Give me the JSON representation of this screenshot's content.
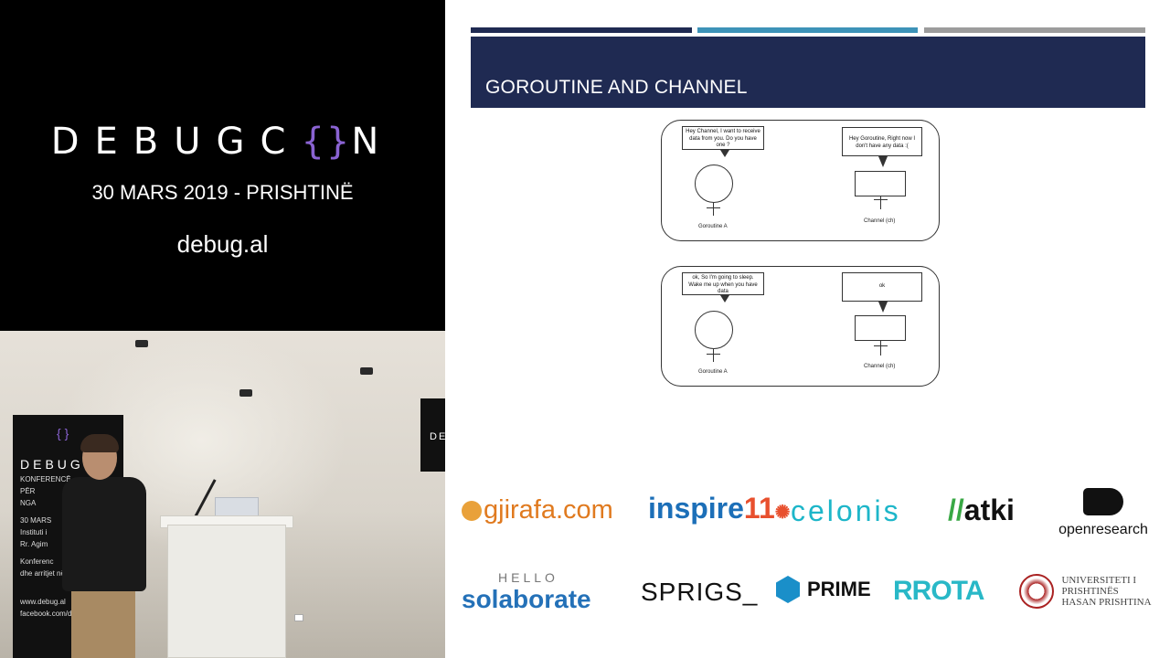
{
  "branding": {
    "logo_text": "DEBUGC",
    "logo_braces": "{}",
    "logo_end": "N",
    "date": "30 MARS 2019 - PRISHTINË",
    "url": "debug.al"
  },
  "camera": {
    "banner_left": {
      "brand": "DEBUG",
      "lines": [
        "KONFERENCË",
        "PËR",
        "NGA",
        "30 MARS",
        "Instituti i",
        "Rr. Agim",
        "Konferenc",
        "dhe arritjet në",
        "www.debug.al",
        "facebook.com/debu"
      ]
    },
    "banner_right": "DEB"
  },
  "slide": {
    "title": "GOROUTINE AND CHANNEL",
    "accent_colors": [
      "#1f2a52",
      "#3d93b8",
      "#9c9c9c"
    ],
    "diagrams": [
      {
        "left_bubble": "Hey Channel, I want to receive data from you. Do you have one ?",
        "right_bubble": "Hey Goroutine, Right now I don't have any data :(",
        "left_label": "Goroutine A",
        "right_label": "Channel (ch)"
      },
      {
        "left_bubble": "ok, So I'm going to sleep. Wake me up when you have data",
        "right_bubble": "ok",
        "left_label": "Goroutine A",
        "right_label": "Channel (ch)"
      }
    ]
  },
  "sponsors": {
    "gjirafa": "gjirafa.com",
    "inspire_main": "inspire",
    "inspire_num": "11",
    "celonis": "celonis",
    "atki_slash": "//",
    "atki": "atki",
    "openresearch": "openresearch",
    "hello": "HELLO",
    "solaborate": "solaborate",
    "sprigs": "SPRIGS_",
    "prime": "PRIME",
    "rrota": "RROTA",
    "university": [
      "UNIVERSITETI I",
      "PRISHTINËS",
      "HASAN PRISHTINA"
    ]
  }
}
